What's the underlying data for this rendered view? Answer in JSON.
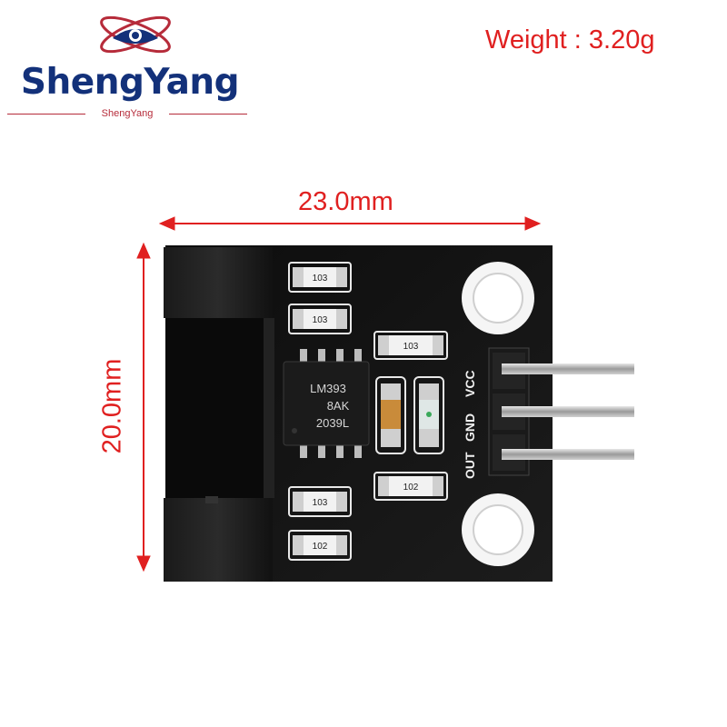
{
  "logo": {
    "brand_name": "ShengYang",
    "tagline": "ShengYang",
    "brand_color": "#13317a",
    "accent_color": "#b62b3a"
  },
  "weight_label": "Weight : 3.20g",
  "dimensions": {
    "width_label": "23.0mm",
    "height_label": "20.0mm",
    "annotation_color": "#e02020"
  },
  "board": {
    "ic_markings": [
      "LM393",
      "8AK",
      "2039L"
    ],
    "resistor_codes": [
      "103",
      "103",
      "103",
      "102",
      "103",
      "102"
    ],
    "pin_labels": [
      "OUT",
      "GND",
      "VCC"
    ]
  }
}
